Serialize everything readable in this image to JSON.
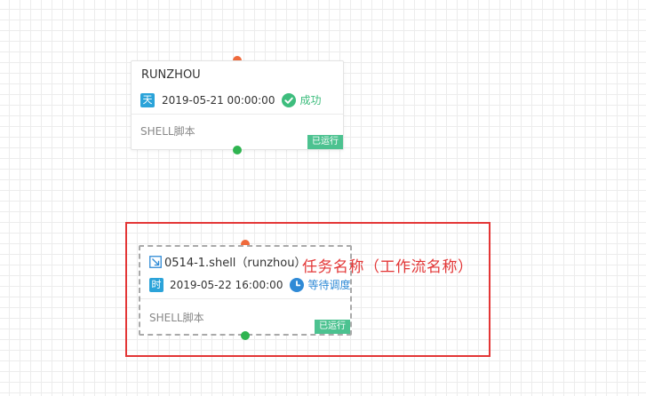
{
  "nodes": [
    {
      "title": "RUNZHOU",
      "schedule_badge": "天",
      "time": "2019-05-21 00:00:00",
      "status": "成功",
      "status_color": "#3dbd7d",
      "type_label": "SHELL脚本",
      "run_tag": "已运行"
    },
    {
      "title": "0514-1.shell（runzhou）",
      "schedule_badge": "时",
      "time": "2019-05-22 16:00:00",
      "status": "等待调度",
      "status_color": "#2f8ad6",
      "type_label": "SHELL脚本",
      "run_tag": "已运行",
      "selected": true
    }
  ],
  "annotation": {
    "text": "任务名称（工作流名称）",
    "color": "#e33636"
  },
  "colors": {
    "grid_line": "#ececec",
    "badge_blue": "#2ba3d9",
    "run_tag_green": "#4cc290",
    "anchor_in": "#ef6a3c",
    "anchor_out": "#2fb450"
  },
  "icons": {
    "node_2_title_icon": "workflow-link-icon",
    "status_success_icon": "check-circle-icon",
    "status_waiting_icon": "clock-icon"
  }
}
